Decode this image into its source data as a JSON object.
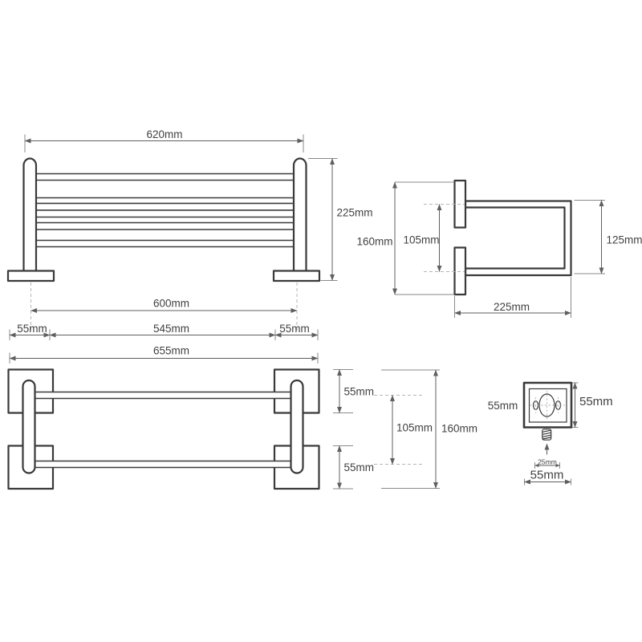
{
  "drawing": {
    "title": "towel-rack-technical-drawing",
    "colors": {
      "outline": "#3a3a3a",
      "dimension": "#5f5f5f",
      "dashed": "#b5b5b5",
      "text": "#414141"
    },
    "front_view": {
      "label_width_top": "620mm",
      "label_height": "225mm",
      "label_width_centers": "600mm",
      "label_offset_left": "55mm",
      "label_width_inner": "545mm",
      "label_offset_right": "55mm",
      "label_width_total": "655mm"
    },
    "side_view": {
      "label_height_total": "160mm",
      "label_height_centers": "105mm",
      "label_height_frame": "125mm",
      "label_depth": "225mm"
    },
    "top_view": {
      "label_plate_top": "55mm",
      "label_centers": "105mm",
      "label_height_total": "160mm",
      "label_plate_bottom": "55mm"
    },
    "detail_view": {
      "label_width_left": "55mm",
      "label_height_right": "55mm",
      "label_screw": "25mm",
      "label_width_bottom": "55mm"
    }
  }
}
